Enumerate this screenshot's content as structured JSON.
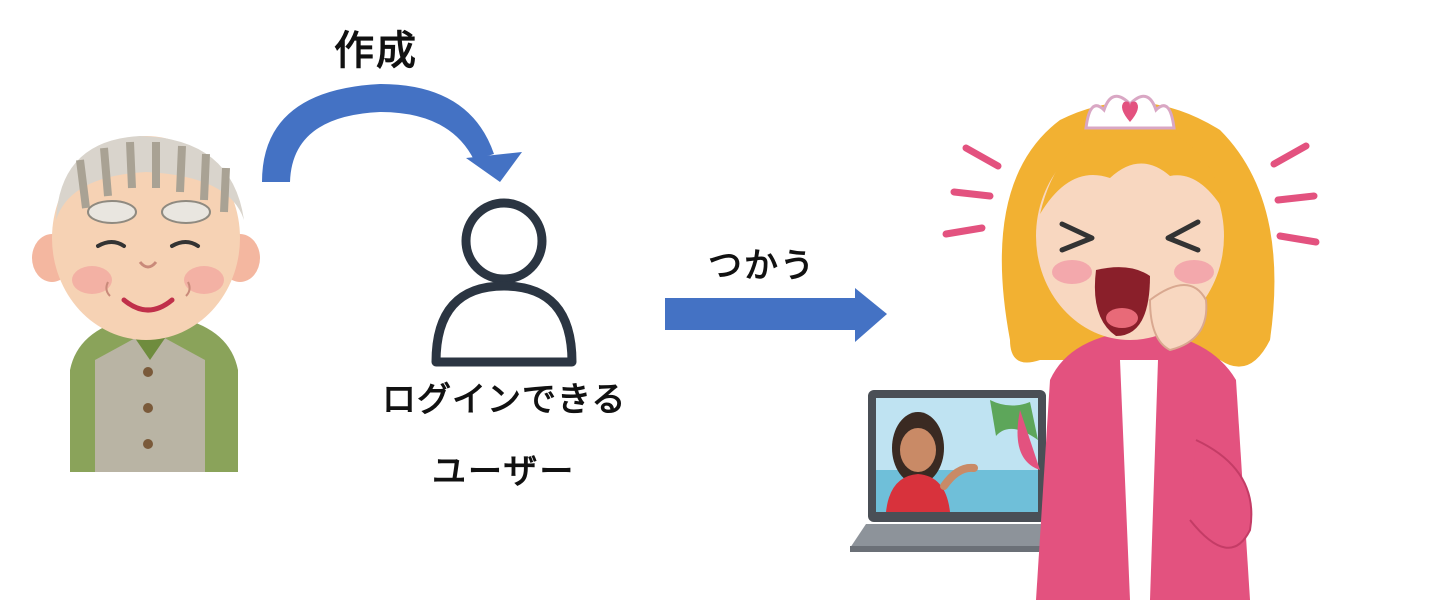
{
  "labels": {
    "create": "作成",
    "use": "つかう",
    "user_line1": "ログインできる",
    "user_line2": "ユーザー"
  },
  "icons": {
    "creator": "elderly-man-icon",
    "login_user": "user-icon",
    "end_user": "princess-icon",
    "laptop": "laptop-video-call-icon"
  },
  "colors": {
    "arrow": "#4472c4",
    "user_icon_stroke": "#2b3542"
  }
}
